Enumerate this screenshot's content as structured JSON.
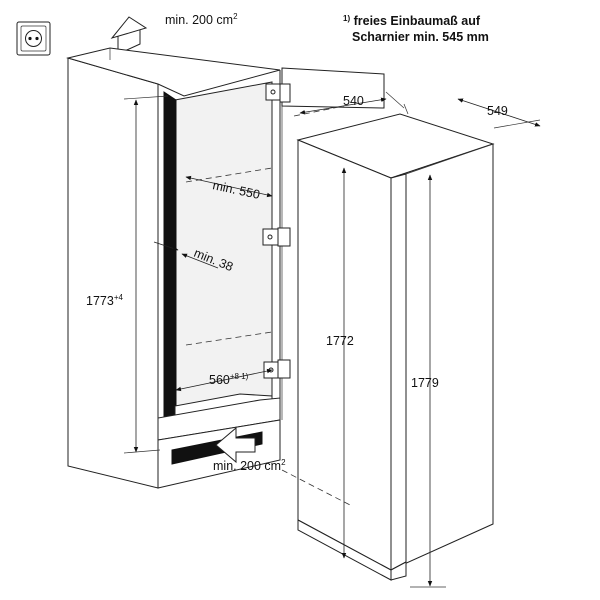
{
  "annotations": {
    "vent_top": {
      "text": "min. 200 cm",
      "sup": "2"
    },
    "vent_bottom": {
      "text": "min. 200 cm",
      "sup": "2"
    },
    "footnote_line1": {
      "sup": "1)",
      "text": " freies Einbaumaß auf"
    },
    "footnote_line2": "Scharnier min. 545 mm"
  },
  "dimensions": {
    "door_depth": "540",
    "appliance_width": "549",
    "min_depth": "min. 550",
    "min_gap": "min. 38",
    "niche_width": {
      "text": "560",
      "sup": "+8 1)"
    },
    "niche_height": {
      "text": "1773",
      "sup": "+4"
    },
    "appliance_height_front": "1772",
    "appliance_height_total": "1779"
  },
  "icons": {
    "socket": "power-socket-icon",
    "arrow_up": "airflow-up-arrow-icon",
    "arrow_in": "airflow-in-arrow-icon"
  }
}
